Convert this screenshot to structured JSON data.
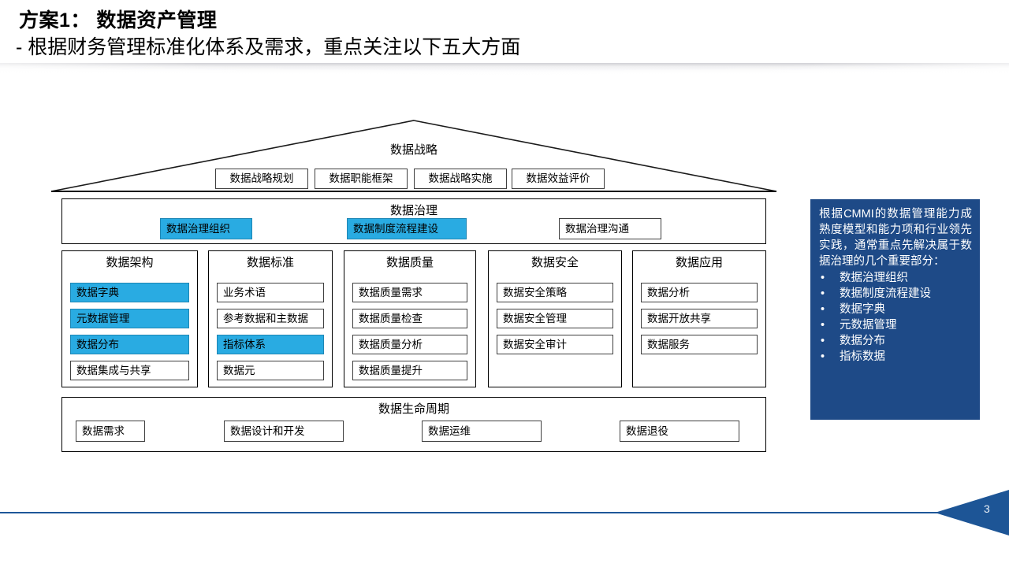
{
  "header": {
    "title": "方案1：  数据资产管理",
    "subtitle": "- 根据财务管理标准化体系及需求，重点关注以下五大方面"
  },
  "colors": {
    "highlight_blue": "#29abe2",
    "panel_blue": "#1e4a87",
    "rule_blue": "#1e5799",
    "outline_black": "#000000"
  },
  "diagram": {
    "strategy": {
      "title": "数据战略",
      "items": [
        {
          "label": "数据战略规划",
          "highlighted": false
        },
        {
          "label": "数据职能框架",
          "highlighted": false
        },
        {
          "label": "数据战略实施",
          "highlighted": false
        },
        {
          "label": "数据效益评价",
          "highlighted": false
        }
      ]
    },
    "governance": {
      "title": "数据治理",
      "items": [
        {
          "label": "数据治理组织",
          "highlighted": true
        },
        {
          "label": "数据制度流程建设",
          "highlighted": true
        },
        {
          "label": "数据治理沟通",
          "highlighted": false
        }
      ]
    },
    "pillars": [
      {
        "title": "数据架构",
        "items": [
          {
            "label": "数据字典",
            "highlighted": true
          },
          {
            "label": "元数据管理",
            "highlighted": true
          },
          {
            "label": "数据分布",
            "highlighted": true
          },
          {
            "label": "数据集成与共享",
            "highlighted": false
          }
        ]
      },
      {
        "title": "数据标准",
        "items": [
          {
            "label": "业务术语",
            "highlighted": false
          },
          {
            "label": "参考数据和主数据",
            "highlighted": false
          },
          {
            "label": "指标体系",
            "highlighted": true
          },
          {
            "label": "数据元",
            "highlighted": false
          }
        ]
      },
      {
        "title": "数据质量",
        "items": [
          {
            "label": "数据质量需求",
            "highlighted": false
          },
          {
            "label": "数据质量检查",
            "highlighted": false
          },
          {
            "label": "数据质量分析",
            "highlighted": false
          },
          {
            "label": "数据质量提升",
            "highlighted": false
          }
        ]
      },
      {
        "title": "数据安全",
        "items": [
          {
            "label": "数据安全策略",
            "highlighted": false
          },
          {
            "label": "数据安全管理",
            "highlighted": false
          },
          {
            "label": "数据安全审计",
            "highlighted": false
          }
        ]
      },
      {
        "title": "数据应用",
        "items": [
          {
            "label": "数据分析",
            "highlighted": false
          },
          {
            "label": "数据开放共享",
            "highlighted": false
          },
          {
            "label": "数据服务",
            "highlighted": false
          }
        ]
      }
    ],
    "lifecycle": {
      "title": "数据生命周期",
      "items": [
        {
          "label": "数据需求",
          "highlighted": false
        },
        {
          "label": "数据设计和开发",
          "highlighted": false
        },
        {
          "label": "数据运维",
          "highlighted": false
        },
        {
          "label": "数据退役",
          "highlighted": false
        }
      ]
    }
  },
  "side_panel": {
    "paragraph": "根据CMMI的数据管理能力成熟度模型和能力项和行业领先实践，通常重点先解决属于数据治理的几个重要部分：",
    "bullet_glyph": "•",
    "bullets": [
      "数据治理组织",
      "数据制度流程建设",
      "数据字典",
      "元数据管理",
      "数据分布",
      "指标数据"
    ]
  },
  "footer": {
    "page_number": "3"
  }
}
